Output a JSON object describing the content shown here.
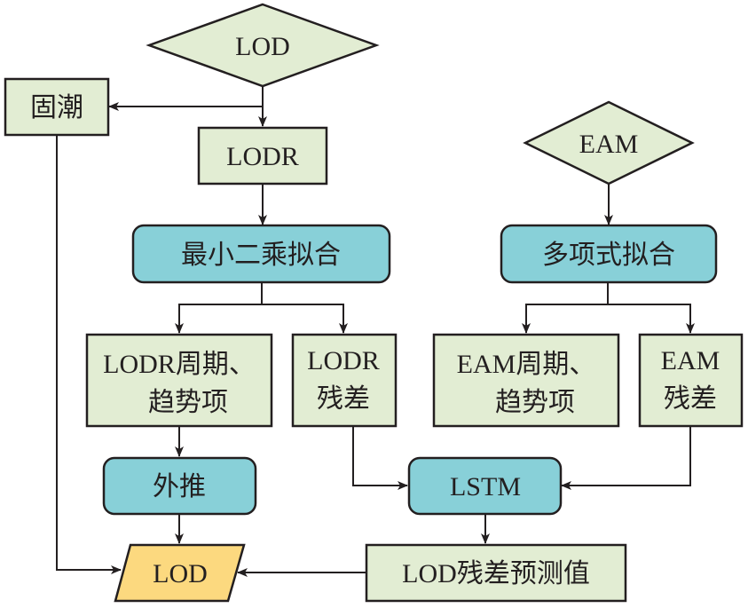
{
  "colors": {
    "data_box": "#e2edd3",
    "process_box": "#88d0d8",
    "output_box": "#fcd97f",
    "stroke": "#231f20"
  },
  "nodes": {
    "lod_input": {
      "label": "LOD",
      "shape": "diamond"
    },
    "solid_tide": {
      "label": "固潮",
      "shape": "rect"
    },
    "lodr": {
      "label": "LODR",
      "shape": "rect"
    },
    "least_squares": {
      "label": "最小二乘拟合",
      "shape": "rounded-rect"
    },
    "eam_input": {
      "label": "EAM",
      "shape": "diamond"
    },
    "poly_fit": {
      "label": "多项式拟合",
      "shape": "rounded-rect"
    },
    "lodr_periodic": {
      "lines": [
        "LODR周期、",
        "趋势项"
      ],
      "shape": "rect"
    },
    "lodr_residual": {
      "lines": [
        "LODR",
        "残差"
      ],
      "shape": "rect"
    },
    "eam_periodic": {
      "lines": [
        "EAM周期、",
        "趋势项"
      ],
      "shape": "rect"
    },
    "eam_residual": {
      "lines": [
        "EAM",
        "残差"
      ],
      "shape": "rect"
    },
    "extrapolation": {
      "label": "外推",
      "shape": "rounded-rect"
    },
    "lstm": {
      "label": "LSTM",
      "shape": "rounded-rect"
    },
    "lod_output": {
      "label": "LOD",
      "shape": "parallelogram"
    },
    "lod_residual_pred": {
      "label": "LOD残差预测值",
      "shape": "rect"
    }
  },
  "edges": [
    {
      "from": "lod_input",
      "to": "lodr"
    },
    {
      "from": "lod_input",
      "to": "solid_tide"
    },
    {
      "from": "lodr",
      "to": "least_squares"
    },
    {
      "from": "least_squares",
      "to": "lodr_periodic"
    },
    {
      "from": "least_squares",
      "to": "lodr_residual"
    },
    {
      "from": "eam_input",
      "to": "poly_fit"
    },
    {
      "from": "poly_fit",
      "to": "eam_periodic"
    },
    {
      "from": "poly_fit",
      "to": "eam_residual"
    },
    {
      "from": "lodr_periodic",
      "to": "extrapolation"
    },
    {
      "from": "extrapolation",
      "to": "lod_output"
    },
    {
      "from": "solid_tide",
      "to": "lod_output"
    },
    {
      "from": "lodr_residual",
      "to": "lstm"
    },
    {
      "from": "eam_residual",
      "to": "lstm"
    },
    {
      "from": "lstm",
      "to": "lod_residual_pred"
    },
    {
      "from": "lod_residual_pred",
      "to": "lod_output"
    }
  ]
}
